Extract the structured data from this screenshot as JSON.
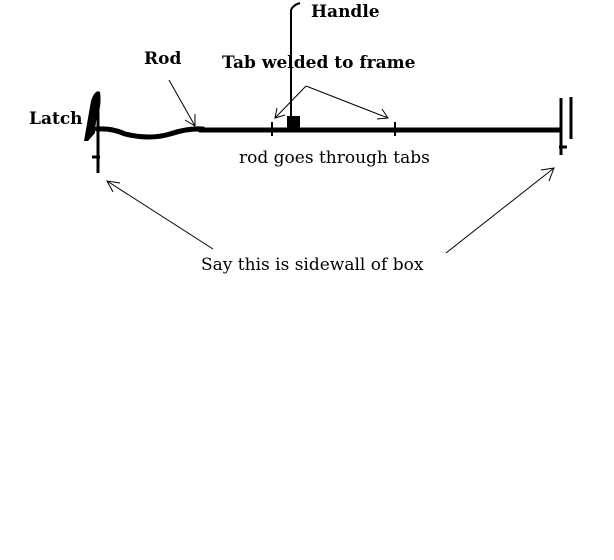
{
  "labels": {
    "handle": "Handle",
    "rod": "Rod",
    "tab": "Tab welded to frame",
    "latch": "Latch",
    "through": "rod goes through tabs",
    "sidewall": "Say this is sidewall of box"
  },
  "colors": {
    "ink": "#000000",
    "background": "#ffffff"
  }
}
